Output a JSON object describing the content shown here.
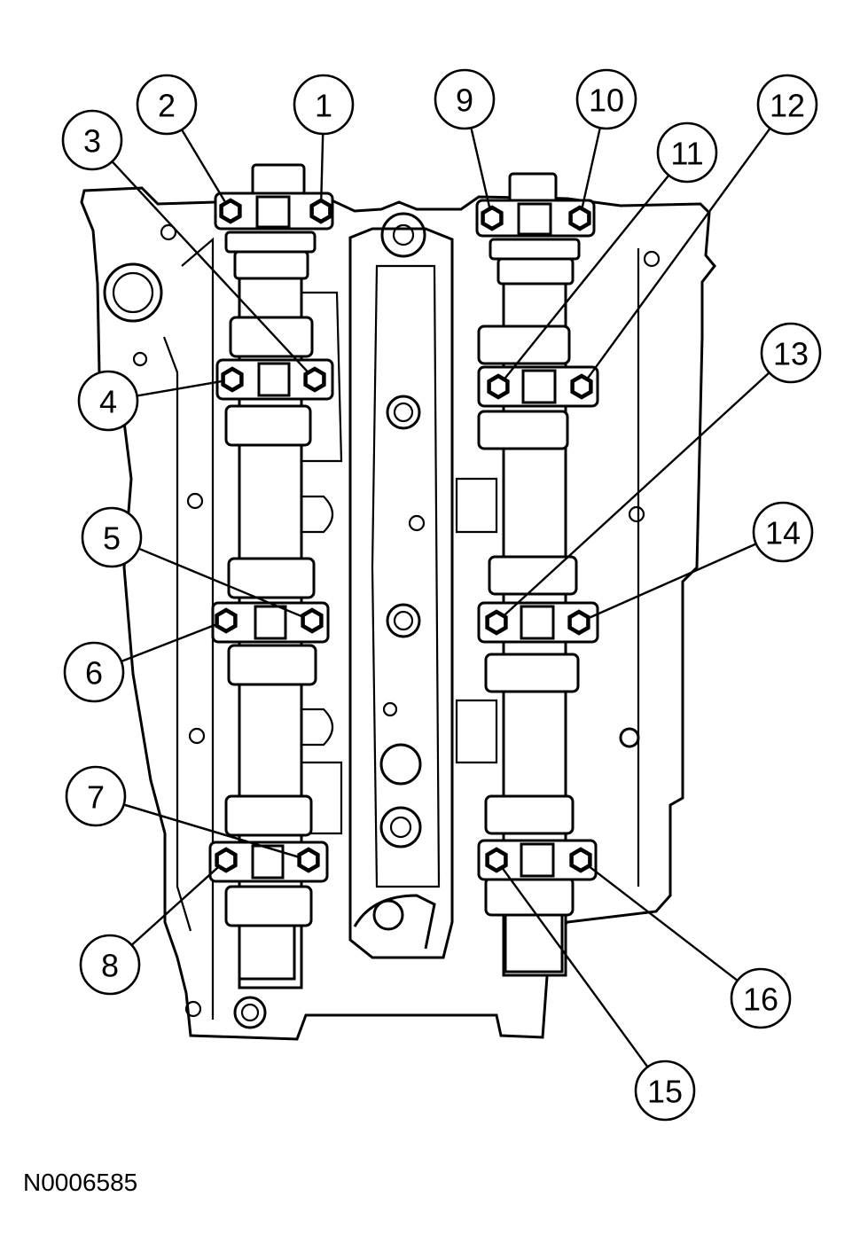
{
  "figure": {
    "reference_id": "N0006585",
    "callouts": [
      {
        "label": "1"
      },
      {
        "label": "2"
      },
      {
        "label": "3"
      },
      {
        "label": "4"
      },
      {
        "label": "5"
      },
      {
        "label": "6"
      },
      {
        "label": "7"
      },
      {
        "label": "8"
      },
      {
        "label": "9"
      },
      {
        "label": "10"
      },
      {
        "label": "11"
      },
      {
        "label": "12"
      },
      {
        "label": "13"
      },
      {
        "label": "14"
      },
      {
        "label": "15"
      },
      {
        "label": "16"
      }
    ],
    "icons": [
      "cylinder-head-drawing",
      "camshaft-icon",
      "bearing-cap-bolt-icon"
    ]
  }
}
